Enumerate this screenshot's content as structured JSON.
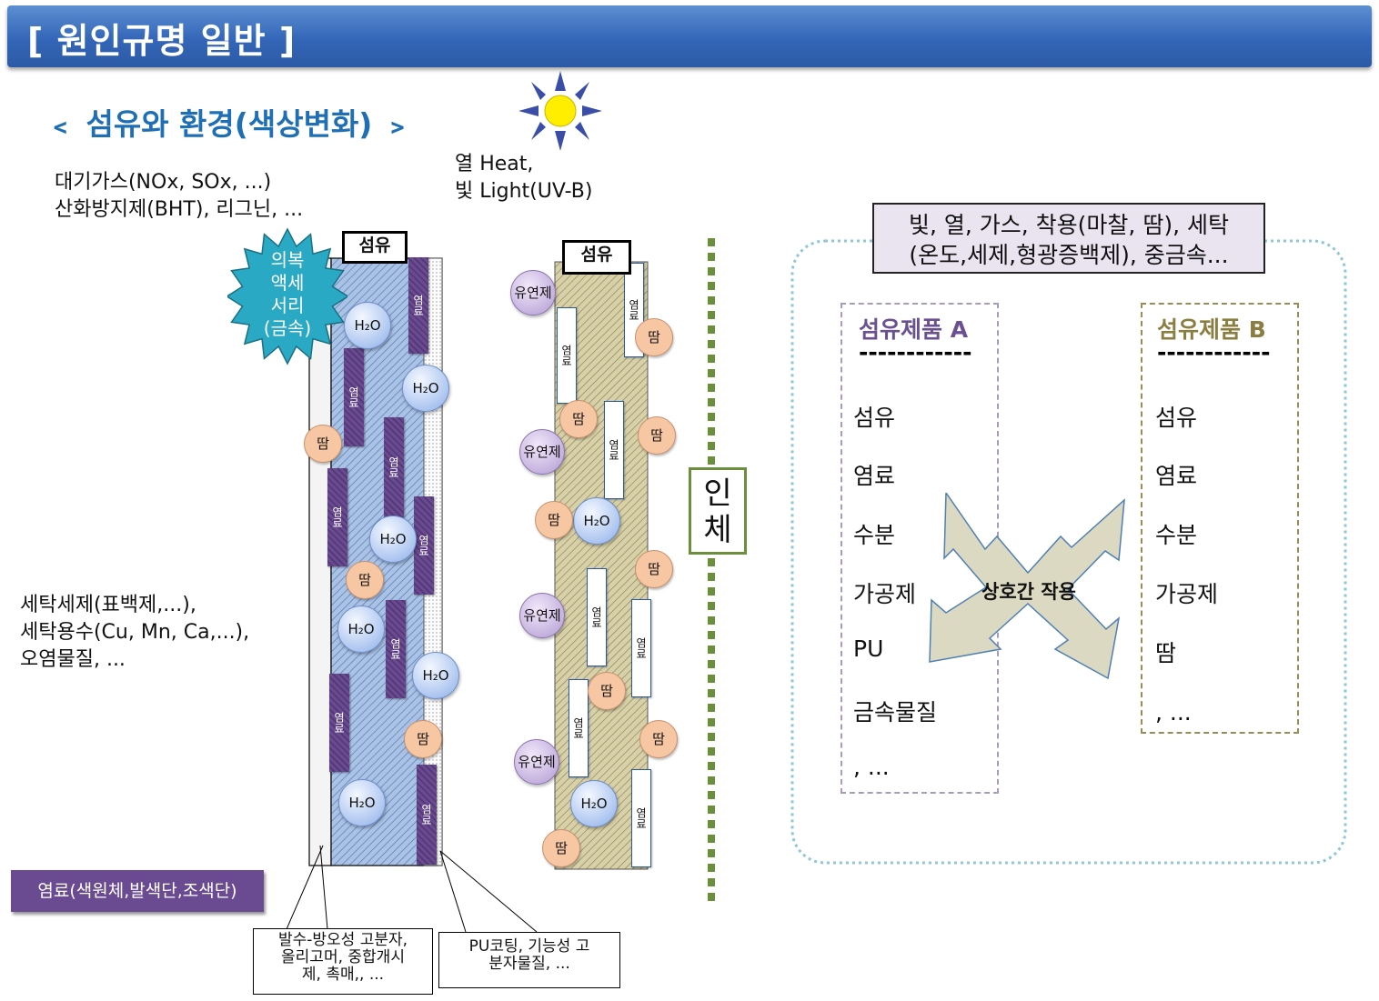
{
  "header": {
    "title": "[ 원인규명 일반 ]"
  },
  "subtitle": "﹤ 섬유와 환경(색상변화) ﹥",
  "sun_label": [
    "열 Heat,",
    "빛 Light(UV-B)"
  ],
  "left_top_text": [
    "대기가스(NOx, SOx, ...)",
    "산화방지제(BHT), 리그닌, ..."
  ],
  "left_mid_text": [
    "세탁세제(표백제,...),",
    "세탁용수(Cu, Mn, Ca,...),",
    "오염물질, ..."
  ],
  "accessory_star": [
    "의복",
    "액세",
    "서리",
    "(금속)"
  ],
  "fiber_tag_1": "섬유",
  "fiber_tag_2": "섬유",
  "dye_label": "염료(색원체,발색단,조색단)",
  "labels": {
    "water": "H₂O",
    "sweat": "땀",
    "dye": "염료",
    "softener": "유연제"
  },
  "callout_left": [
    "발수-방오성 고분자,",
    "올리고머, 중합개시",
    "제, 촉매,, ..."
  ],
  "callout_right": [
    "PU코팅, 기능성 고",
    "분자물질, ..."
  ],
  "human_label": [
    "인",
    "체"
  ],
  "conditions": [
    "빛, 열, 가스, 착용(마찰, 땀), 세탁",
    "(온도,세제,형광증백제), 중금속..."
  ],
  "product_a": {
    "title": "섬유제품 A",
    "dashes": "------------",
    "items": [
      "섬유",
      "염료",
      "수분",
      "가공제",
      "PU",
      "금속물질",
      ", ..."
    ]
  },
  "product_b": {
    "title": "섬유제품 B",
    "dashes": "------------",
    "items": [
      "섬유",
      "염료",
      "수분",
      "가공제",
      "땀",
      ", ..."
    ]
  },
  "interaction_label": "상호간 작용",
  "colors": {
    "header": "#3a6fbf",
    "subtitle": "#1f6fb5",
    "dye": "#6a4a90",
    "human_border": "#6b8f3b",
    "product_a_border": "#a99ac0",
    "product_b_border": "#9a8c52",
    "product_a_title": "#6a5090",
    "product_b_title": "#8a7e40"
  }
}
